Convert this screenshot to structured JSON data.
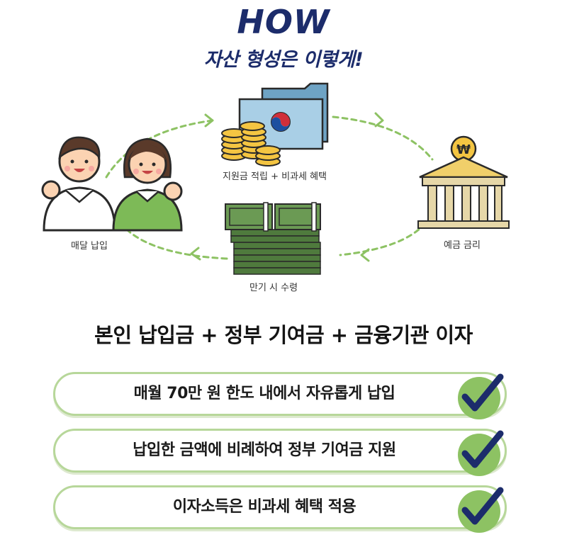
{
  "header": {
    "title": "HOW",
    "subtitle": "자산 형성은 이렇게!"
  },
  "cycle": {
    "top_label": "지원금 적립 + 비과세 혜택",
    "left_label": "매달 납입",
    "right_label": "예금 금리",
    "bottom_label": "만기 시 수령",
    "bank_coin_symbol": "₩"
  },
  "formula": "본인 납입금 + 정부 기여금 + 금융기관 이자",
  "benefits": [
    {
      "text": "매월 70만 원 한도 내에서 자유롭게 납입"
    },
    {
      "text": "납입한 금액에 비례하여 정부 기여금 지원"
    },
    {
      "text": "이자소득은 비과세 혜택 적용"
    }
  ],
  "colors": {
    "navy": "#1c2c6b",
    "green_accent": "#8dc263",
    "pill_border": "#b7d79a",
    "dash_arrow": "#8dc263"
  }
}
